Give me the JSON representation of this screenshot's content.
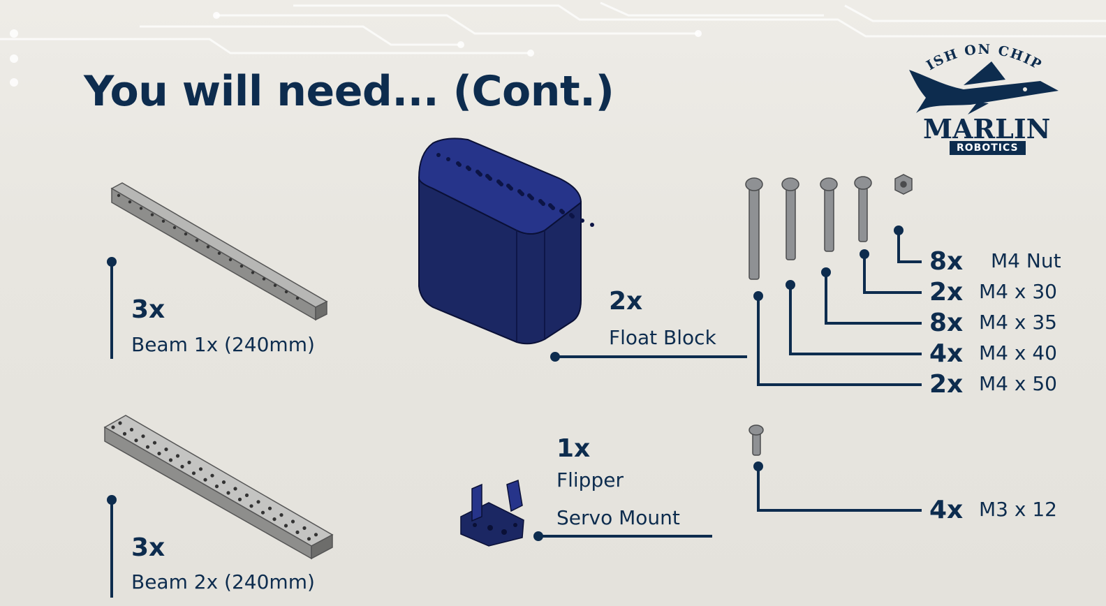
{
  "slide": {
    "title": "You will need... (Cont.)"
  },
  "logo": {
    "arc_text": "FISH ON CHIPS",
    "name": "MARLIN",
    "subtitle": "ROBOTICS"
  },
  "parts": {
    "beam1": {
      "qty": "3x",
      "label": "Beam 1x (240mm)"
    },
    "beam2": {
      "qty": "3x",
      "label": "Beam 2x (240mm)"
    },
    "float_block": {
      "qty": "2x",
      "label": "Float Block"
    },
    "flipper": {
      "qty": "1x",
      "label_line1": "Flipper",
      "label_line2": "Servo Mount"
    }
  },
  "hardware": [
    {
      "qty": "8x",
      "label": "M4 Nut"
    },
    {
      "qty": "2x",
      "label": "M4 x 30"
    },
    {
      "qty": "8x",
      "label": "M4 x 35"
    },
    {
      "qty": "4x",
      "label": "M4 x 40"
    },
    {
      "qty": "2x",
      "label": "M4 x 50"
    },
    {
      "qty": "4x",
      "label": "M3 x 12"
    }
  ],
  "colors": {
    "navy": "#0d2c4e",
    "background": "#e9e7e1",
    "float_block": "#1c2a66",
    "beam": "#9a9a9a"
  }
}
